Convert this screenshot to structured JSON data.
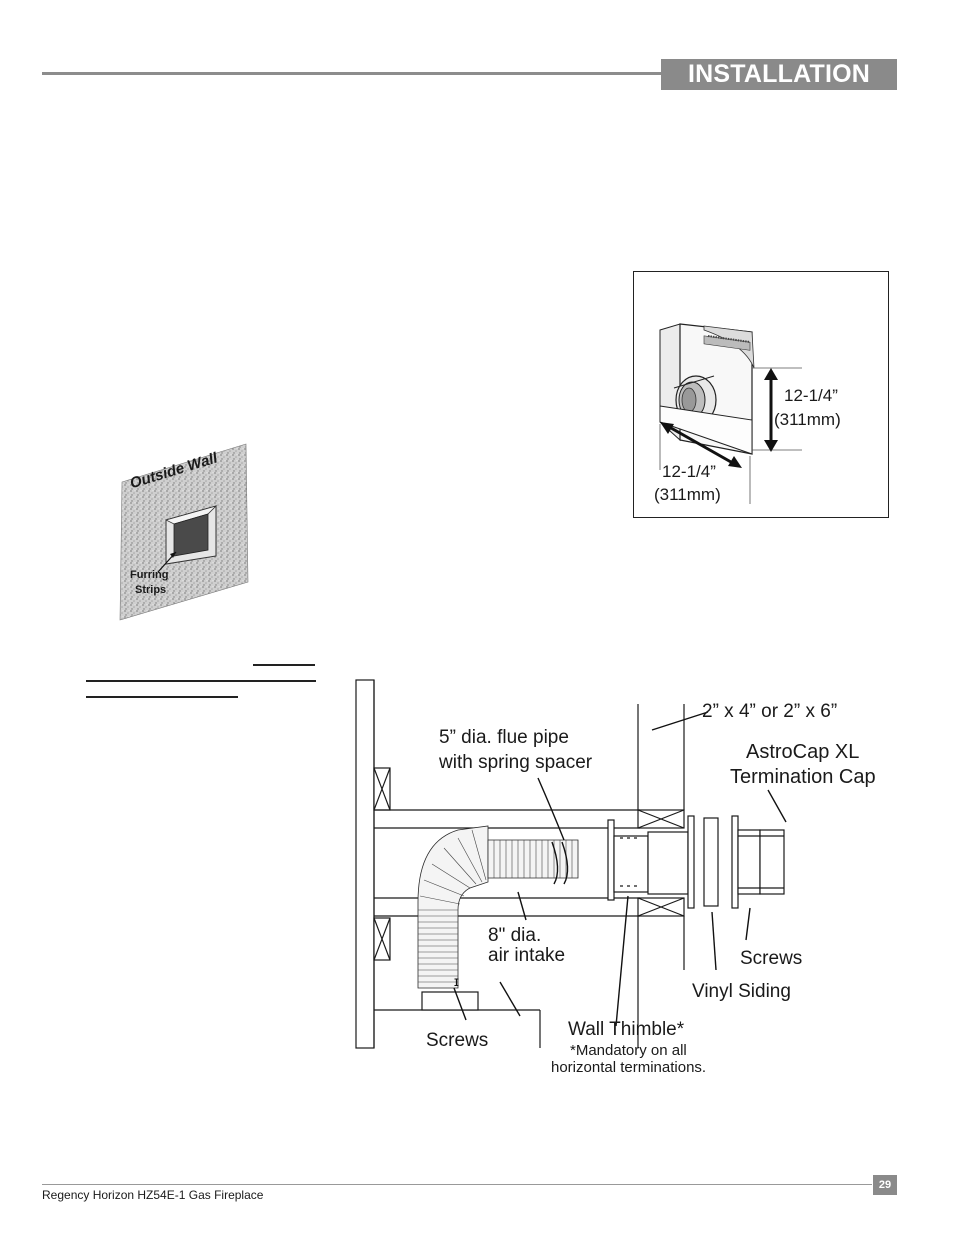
{
  "header": {
    "section_title": "INSTALLATION"
  },
  "footer": {
    "manual_title": "Regency Horizon HZ54E-1 Gas Fireplace",
    "page_number": "29"
  },
  "figure_wall": {
    "wall_label": "Outside Wall",
    "furring_label_line1": "Furring",
    "furring_label_line2": "Strips"
  },
  "figure_cap": {
    "height_dim_line1": "12-1/4”",
    "height_dim_line2": "(311mm)",
    "width_dim_line1": "12-1/4”",
    "width_dim_line2": "(311mm)"
  },
  "figure_assembly": {
    "stud_label": "2” x 4” or 2” x 6”",
    "flue_label_line1": "5” dia. flue pipe",
    "flue_label_line2": "with spring spacer",
    "cap_label_line1": "AstroCap XL",
    "cap_label_line2": "Termination Cap",
    "intake_label_line1": "8\" dia.",
    "intake_label_line2": "air intake",
    "screws_right_label": "Screws",
    "vinyl_label": "Vinyl Siding",
    "screws_bottom_label": "Screws",
    "thimble_label": "Wall Thimble*",
    "thimble_note_line1": "*Mandatory on all",
    "thimble_note_line2": "horizontal terminations."
  }
}
